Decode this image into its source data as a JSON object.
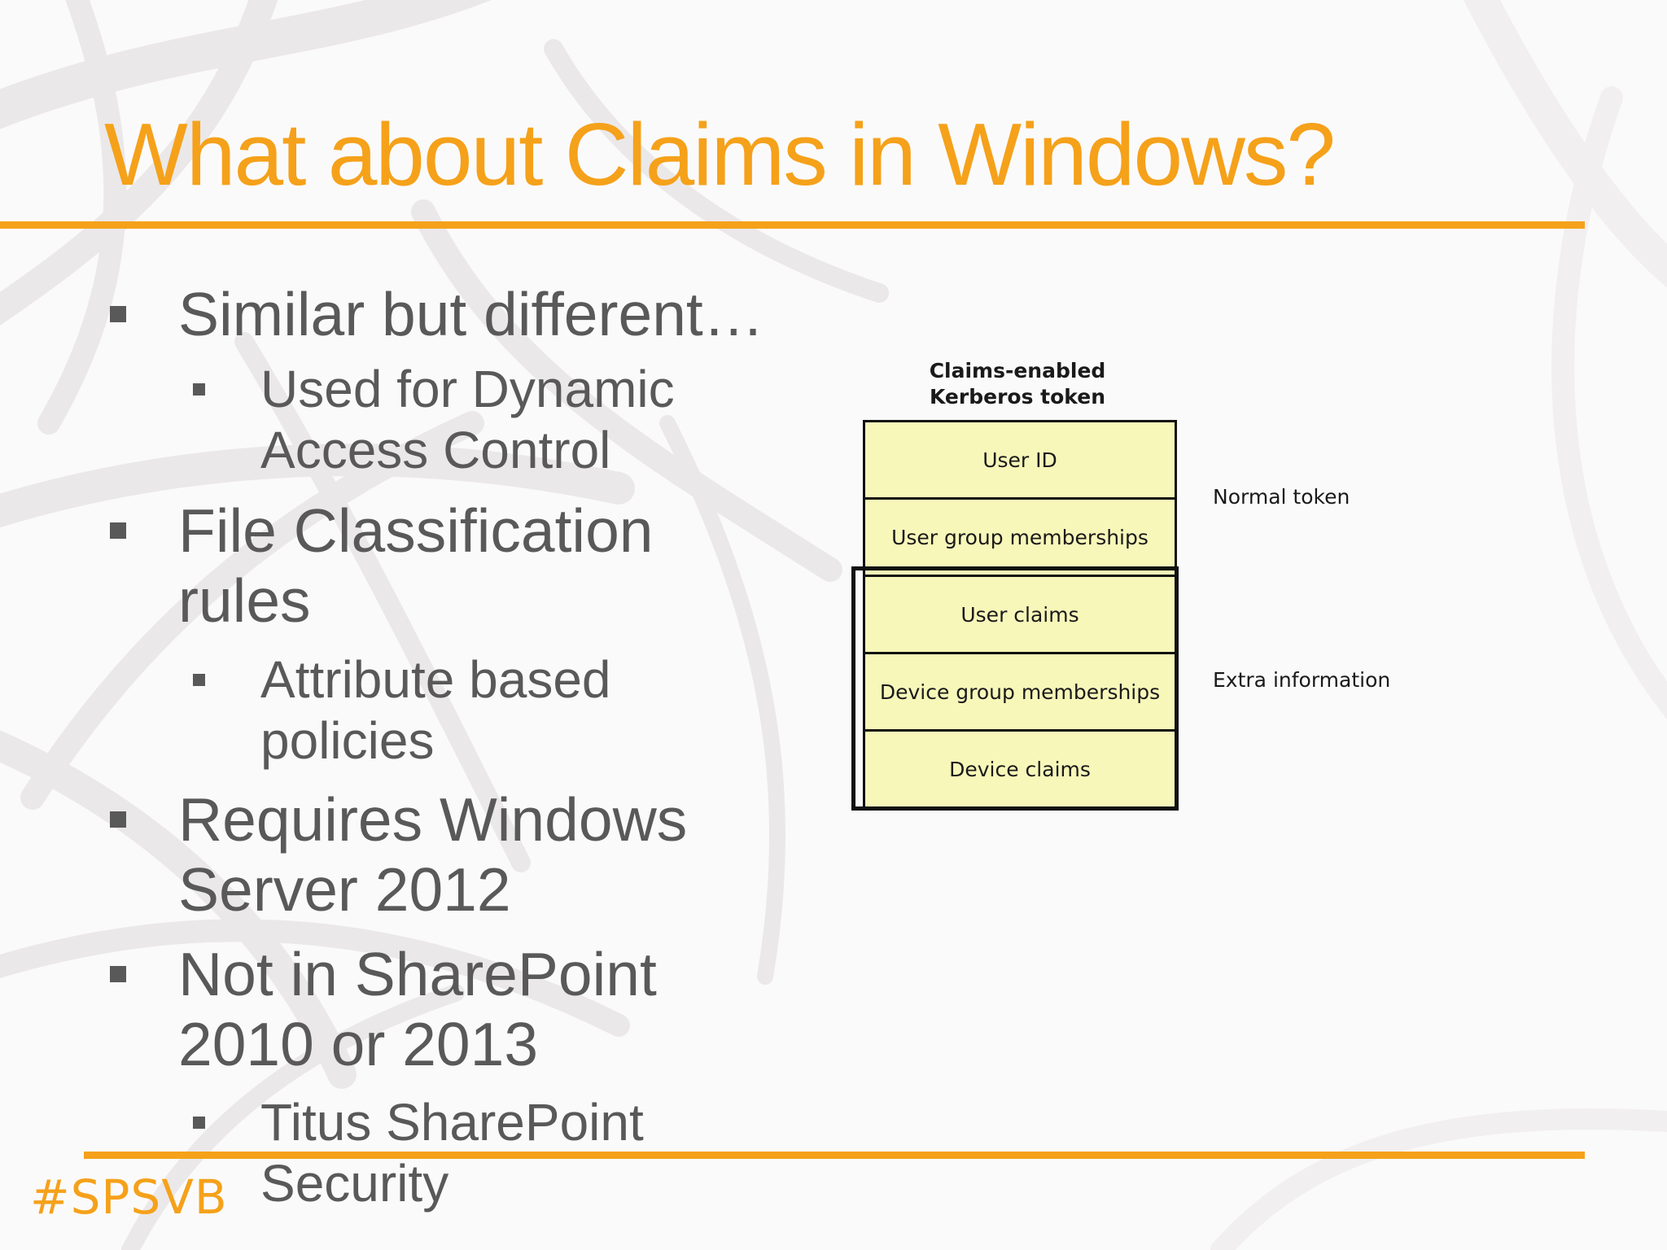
{
  "slide": {
    "title": "What about Claims in Windows?",
    "hashtag": "#SPSVB",
    "accent_color": "#f5a11a",
    "text_color": "#595959",
    "bullets": [
      {
        "level": 1,
        "lines": [
          "Similar but different…"
        ]
      },
      {
        "level": 2,
        "lines": [
          "Used for Dynamic",
          "Access Control"
        ]
      },
      {
        "level": 1,
        "lines": [
          "File Classification",
          "rules"
        ]
      },
      {
        "level": 2,
        "lines": [
          "Attribute based",
          "policies"
        ]
      },
      {
        "level": 1,
        "lines": [
          "Requires Windows",
          "Server 2012"
        ]
      },
      {
        "level": 1,
        "lines": [
          "Not in SharePoint",
          "2010 or 2013"
        ]
      },
      {
        "level": 2,
        "lines": [
          "Titus SharePoint",
          "Security"
        ]
      }
    ]
  },
  "diagram": {
    "title_lines": [
      "Claims-enabled",
      "Kerberos token"
    ],
    "rows": [
      "User ID",
      "User group memberships",
      "User claims",
      "Device group memberships",
      "Device claims"
    ],
    "side_labels": {
      "normal": "Normal token",
      "extra": "Extra information"
    },
    "row_fill": "#f7f7ba"
  }
}
